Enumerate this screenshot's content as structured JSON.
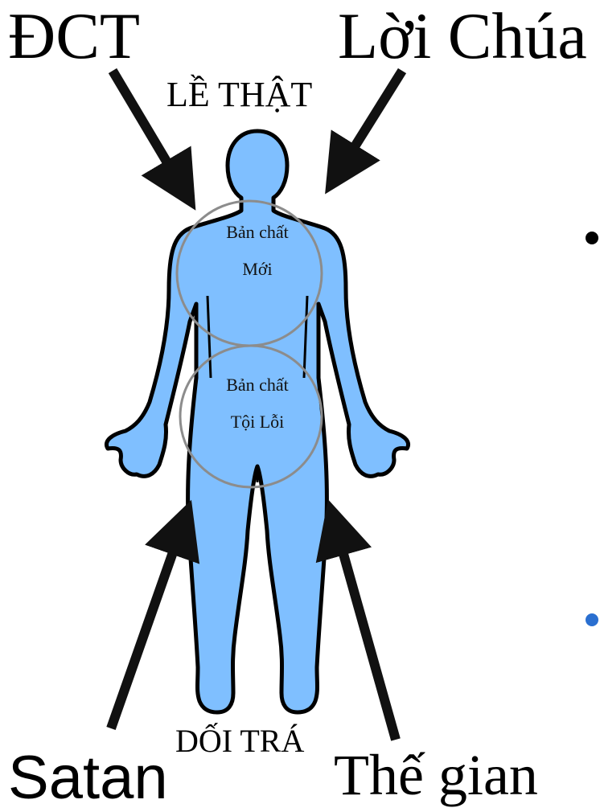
{
  "labels": {
    "top_left": "ĐCT",
    "top_right": "Lời Chúa",
    "top_center": "LỀ THẬT",
    "bottom_center": "DỐI TRÁ",
    "bottom_left": "Satan",
    "bottom_right": "Thế gian"
  },
  "circles": {
    "upper": {
      "line1": "Bản chất",
      "line2": "Mới"
    },
    "lower": {
      "line1": "Bản chất",
      "line2": "Tội Lỗi"
    }
  },
  "bullets": {
    "count": 2
  },
  "colors": {
    "body_fill": "#7fbfff",
    "body_stroke": "#000000",
    "circle_stroke": "#8c8c8c",
    "arrow": "#111111",
    "bullet_top": "#000000",
    "bullet_bottom": "#2a6fd0"
  }
}
